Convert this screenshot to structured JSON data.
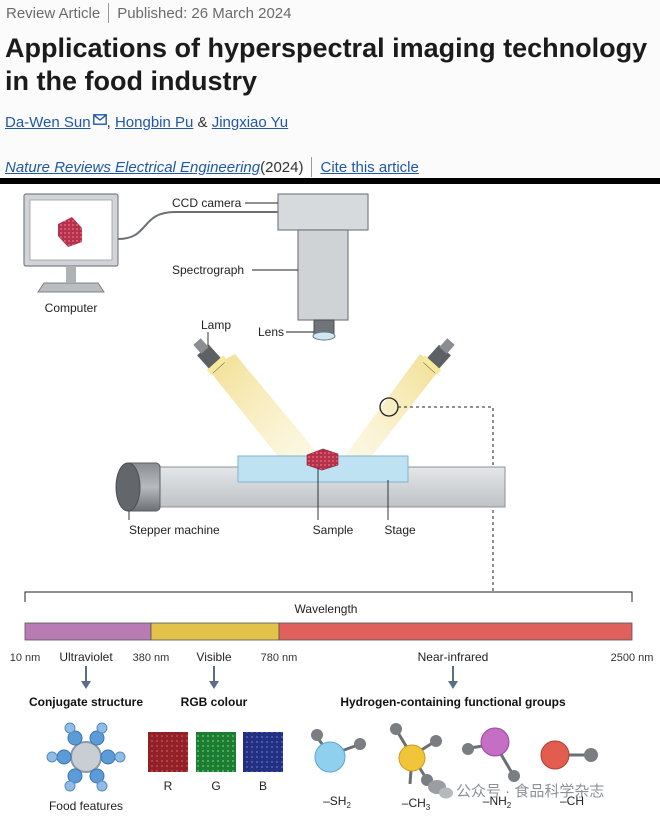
{
  "header": {
    "article_type": "Review Article",
    "published": "Published: 26 March 2024",
    "title": "Applications of hyperspectral imaging technology in the food industry",
    "authors": [
      {
        "name": "Da-Wen Sun"
      },
      {
        "name": "Hongbin Pu"
      },
      {
        "name": "Jingxiao Yu"
      }
    ],
    "author_separator_1": ", ",
    "author_separator_2": " & ",
    "journal": "Nature Reviews Electrical Engineering",
    "year": " (2024)",
    "cite_label": "Cite this article"
  },
  "figure": {
    "labels": {
      "ccd_camera": "CCD camera",
      "spectrograph": "Spectrograph",
      "computer": "Computer",
      "lamp": "Lamp",
      "lens": "Lens",
      "stepper": "Stepper machine",
      "sample": "Sample",
      "stage": "Stage",
      "wavelength": "Wavelength"
    },
    "spectrum": {
      "ticks": [
        "10 nm",
        "380 nm",
        "780 nm",
        "2500 nm"
      ],
      "band_names": [
        "Ultraviolet",
        "Visible",
        "Near-infrared"
      ],
      "band_colors": [
        "#b87bb4",
        "#e3c24a",
        "#e0605e"
      ]
    },
    "categories": {
      "conjugate": "Conjugate structure",
      "rgb": "RGB colour",
      "hydrogen": "Hydrogen-containing functional groups"
    },
    "food_features": "Food features",
    "rgb_channels": [
      "R",
      "G",
      "B"
    ],
    "groups": [
      {
        "main": "–SH",
        "sub": "2",
        "main2": ""
      },
      {
        "main": "–CH",
        "sub": "3",
        "main2": ""
      },
      {
        "main": "–NH",
        "sub": "2",
        "main2": ""
      },
      {
        "main": "–CH",
        "sub": "",
        "main2": ""
      }
    ],
    "watermark": "公众号 · 食品科学杂志"
  }
}
